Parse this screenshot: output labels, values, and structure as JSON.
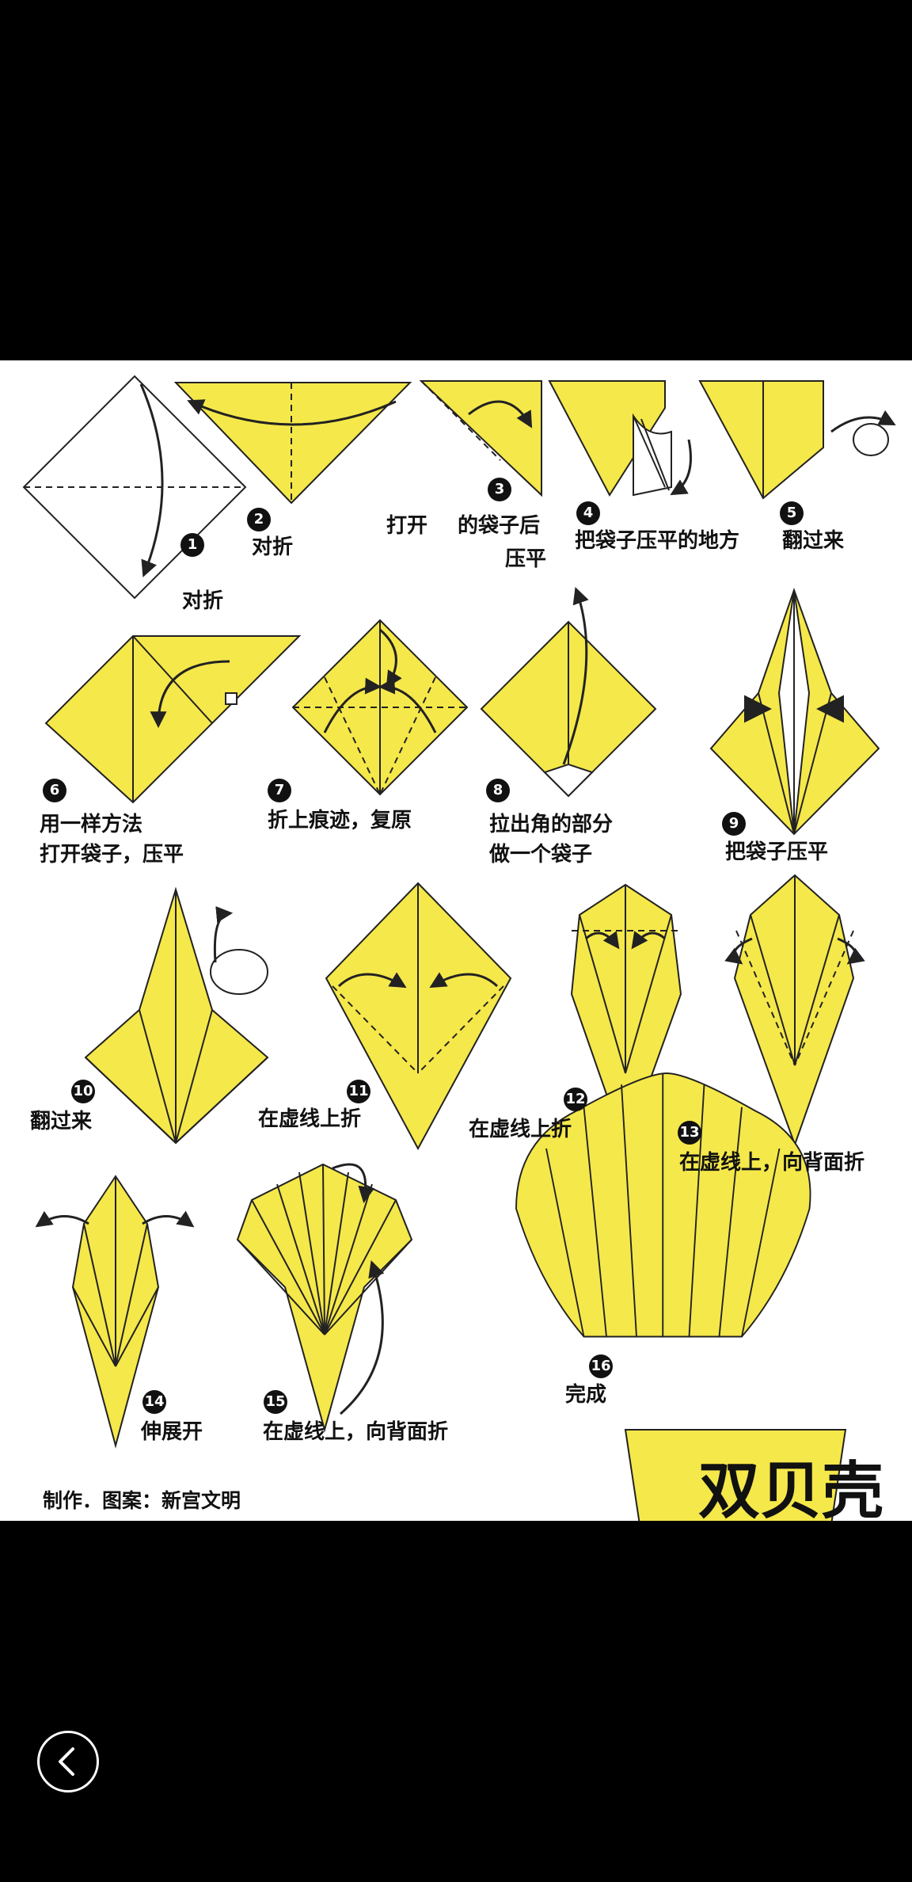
{
  "diagram": {
    "title": "双贝壳",
    "credit": "制作．图案：新宫文明",
    "colors": {
      "paper": "#f5e84a",
      "line": "#222222",
      "background": "#ffffff"
    },
    "steps": [
      {
        "num": "1",
        "lines": [
          "对折"
        ]
      },
      {
        "num": "2",
        "lines": [
          "对折"
        ]
      },
      {
        "num": "3",
        "lines": [
          "打开",
          "的袋子后",
          "压平"
        ]
      },
      {
        "num": "4",
        "lines": [
          "把袋子压平的地方"
        ]
      },
      {
        "num": "5",
        "lines": [
          "翻过来"
        ]
      },
      {
        "num": "6",
        "lines": [
          "用一样方法",
          "打开袋子，压平"
        ]
      },
      {
        "num": "7",
        "lines": [
          "折上痕迹，复原"
        ]
      },
      {
        "num": "8",
        "lines": [
          "拉出角的部分",
          "做一个袋子"
        ]
      },
      {
        "num": "9",
        "lines": [
          "把袋子压平"
        ]
      },
      {
        "num": "10",
        "lines": [
          "翻过来"
        ]
      },
      {
        "num": "11",
        "lines": [
          "在虚线上折"
        ]
      },
      {
        "num": "12",
        "lines": [
          "在虚线上折"
        ]
      },
      {
        "num": "13",
        "lines": [
          "在虚线上，向背面折"
        ]
      },
      {
        "num": "14",
        "lines": [
          "伸展开"
        ]
      },
      {
        "num": "15",
        "lines": [
          "在虚线上，向背面折"
        ]
      },
      {
        "num": "16",
        "lines": [
          "完成"
        ]
      }
    ]
  },
  "nav": {
    "back_icon": "chevron-left-icon"
  }
}
